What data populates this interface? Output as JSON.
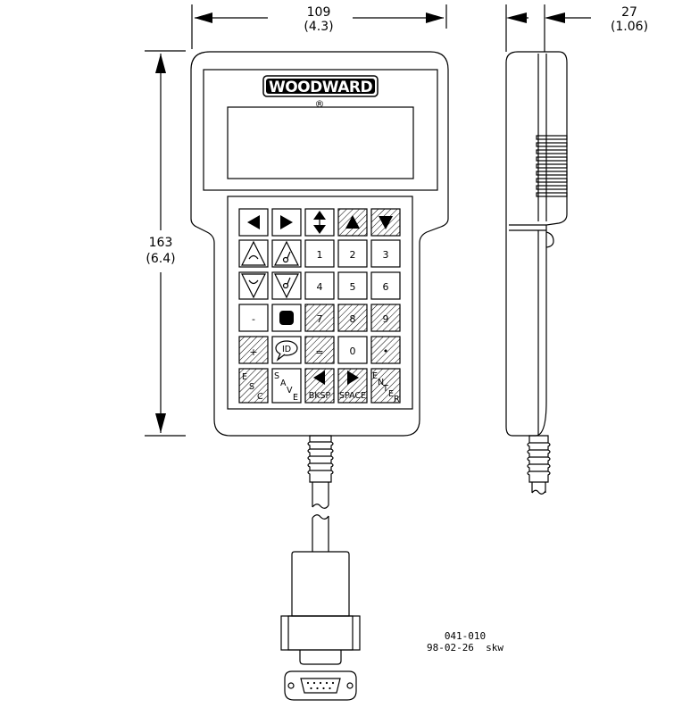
{
  "dimensions": {
    "width": {
      "mm": "109",
      "in": "(4.3)"
    },
    "height": {
      "mm": "163",
      "in": "(6.4)"
    },
    "depth": {
      "mm": "27",
      "in": "(1.06)"
    }
  },
  "brand": {
    "name": "WOODWARD",
    "mark": "®"
  },
  "keypad": {
    "row1": [
      "◀",
      "▶",
      "⇕",
      "▲",
      "▼"
    ],
    "num_row2": [
      "1",
      "2",
      "3"
    ],
    "num_row3": [
      "4",
      "5",
      "6"
    ],
    "num_row4": [
      "7",
      "8",
      "9"
    ],
    "minus": "-",
    "plus": "+",
    "id": "ID",
    "equals": "=",
    "zero": "0",
    "dot": "•",
    "esc": [
      "E",
      "S",
      "C"
    ],
    "save": [
      "S",
      "A",
      "V",
      "E"
    ],
    "bksp": "BKSP",
    "space": "SPACE",
    "enter": [
      "E",
      "N",
      "T",
      "E",
      "R"
    ]
  },
  "drawing_number": "041-010",
  "drawing_date": "98-02-26  skw"
}
